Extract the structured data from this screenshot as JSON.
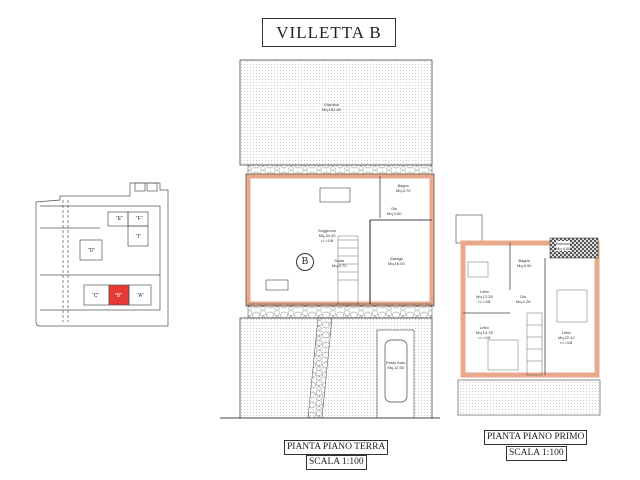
{
  "title": "VILLETTA B",
  "site_plan": {
    "units": [
      "\"E\"",
      "\"F\"",
      "\"I\"",
      "\"D\"",
      "\"C\"",
      "\"B\"",
      "\"A\""
    ],
    "highlight_color": "#e53935"
  },
  "ground_floor": {
    "caption": "PIANTA PIANO TERRA",
    "scale": "SCALA 1:100",
    "unit_marker": "B",
    "rooms": {
      "giardino": [
        "Giardino",
        "Mq.152.60"
      ],
      "soggiorno": [
        "Soggiorno",
        "Mq.34.40",
        "r.i.=1/8"
      ],
      "bagno": [
        "Bagno",
        "Mq.5.70"
      ],
      "dis": [
        "Dis",
        "Mq.3.60"
      ],
      "scala": [
        "Scala",
        "Mq.4.70"
      ],
      "garage": [
        "Garage",
        "Mq.16.00"
      ],
      "posto_auto": [
        "Posto Auto",
        "Mq.12.50"
      ]
    }
  },
  "first_floor": {
    "caption": "PIANTA PIANO PRIMO",
    "scale": "SCALA 1:100",
    "rooms": {
      "letto1": [
        "Letto",
        "Mq.12.28",
        "r.i.=1/8"
      ],
      "bagno": [
        "Bagno",
        "Mq.5.90"
      ],
      "dis": [
        "Dis",
        "Mq.2.28"
      ],
      "letto2": [
        "Letto",
        "Mq.14.78",
        "r.i.=1/8"
      ],
      "letto3": [
        "Letto",
        "Mq.22.42",
        "r.i.=1/8"
      ],
      "balcone": [
        "Balcone",
        "Mq.4.00"
      ]
    }
  },
  "colors": {
    "wall": "#e9a889",
    "line": "#444444",
    "stone": "#bbbbbb"
  }
}
